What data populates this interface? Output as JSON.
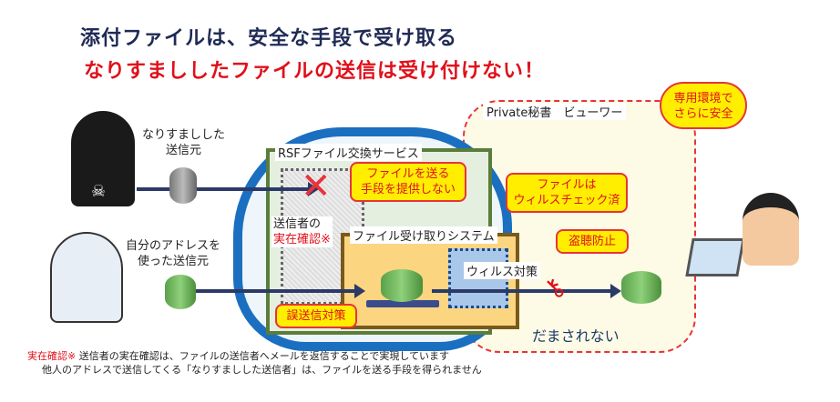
{
  "title": {
    "line1": "添付ファイルは、安全な手段で受け取る",
    "line2": "なりすまししたファイルの送信は受け付けない！"
  },
  "senders": {
    "spoof_label": "なりすましした\n送信元",
    "own_label": "自分のアドレスを\n使った送信元"
  },
  "private_area": {
    "label": "Private秘書　ビューワー",
    "bubble": "専用環境で\nさらに安全"
  },
  "rsf": {
    "label": "RSFファイル交換サービス",
    "verify_label": "送信者の",
    "verify_red": "実在確認※"
  },
  "receive_system": {
    "label": "ファイル受け取りシステム",
    "virus_label": "ウィルス対策"
  },
  "callouts": {
    "no_means": "ファイルを送る\n手段を提供しない",
    "virus_checked": "ファイルは\nウィルスチェック済",
    "anti_tap": "盗聴防止",
    "misdelivery": "誤送信対策"
  },
  "not_fooled": "だまされない",
  "footnote": {
    "mark": "実在確認※",
    "line1": " 送信者の実在確認は、ファイルの送信者へメールを返信することで実現しています",
    "line2": "他人のアドレスで送信してくる「なりすましした送信者」は、ファイルを送る手段を得られません"
  },
  "colors": {
    "navy": "#1f2a55",
    "red": "#e0101a",
    "callout": "#ffee00",
    "cloud": "#1a6fc0"
  }
}
